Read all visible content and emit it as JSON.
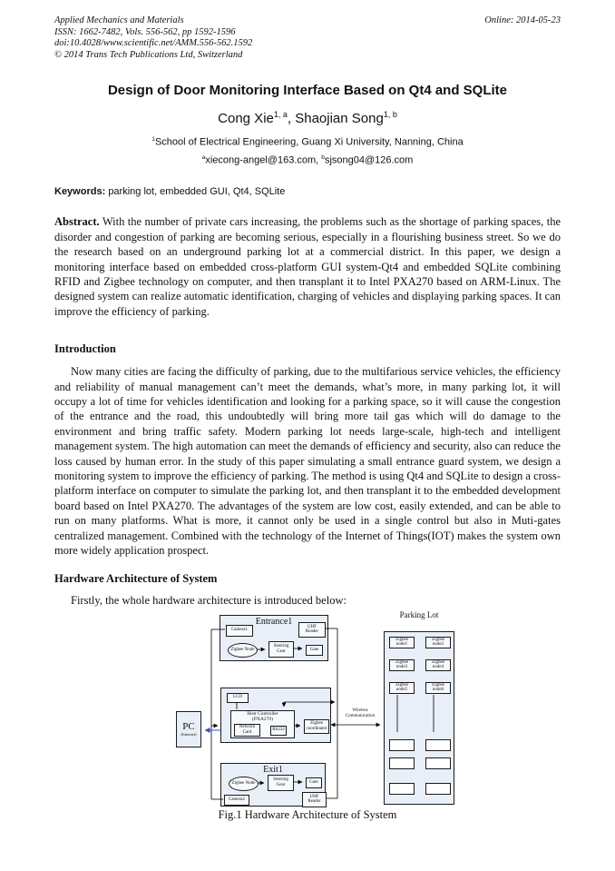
{
  "header": {
    "journal": "Applied Mechanics and Materials",
    "issn_line": "ISSN: 1662-7482, Vols. 556-562, pp 1592-1596",
    "doi_line": "doi:10.4028/www.scientific.net/AMM.556-562.1592",
    "copyright_line": "© 2014 Trans Tech Publications Ltd, Switzerland",
    "online_date": "Online: 2014-05-23"
  },
  "title": "Design of Door Monitoring Interface Based on Qt4 and SQLite",
  "authors": {
    "author1_name": "Cong Xie",
    "author1_sup": "1, a",
    "separator": ", ",
    "author2_name": "Shaojian Song",
    "author2_sup": "1, b"
  },
  "affiliation": {
    "sup": "1",
    "text": "School of Electrical Engineering, Guang Xi University, Nanning, China"
  },
  "emails": {
    "sup_a": "a",
    "email_a": "xiecong-angel@163.com,",
    "sup_b": "b",
    "email_b": "sjsong04@126.com"
  },
  "keywords": {
    "label": "Keywords:",
    "text": "parking lot, embedded GUI, Qt4, SQLite"
  },
  "abstract": {
    "label": "Abstract.",
    "text": "With the number of private cars increasing, the problems such as the shortage of parking spaces, the disorder and congestion of parking are becoming serious, especially in a flourishing business street. So we do the research based on an underground parking lot at a commercial district. In this paper, we design a monitoring interface based on embedded cross-platform GUI system-Qt4 and embedded SQLite combining RFID and Zigbee technology on computer, and then transplant it to Intel PXA270 based on ARM-Linux. The designed system can realize automatic identification, charging of vehicles and displaying parking spaces. It can improve the efficiency of parking."
  },
  "sections": {
    "introduction": {
      "heading": "Introduction",
      "paragraph": "Now many cities are facing the difficulty of parking, due to the multifarious service vehicles, the efficiency and reliability of manual management can’t meet the demands, what’s more, in many parking lot, it will occupy a lot of time for vehicles identification and looking for a parking space, so it will cause the congestion of the entrance and the road, this undoubtedly will bring more tail gas which will do damage to the environment and bring traffic safety. Modern parking lot needs large-scale, high-tech and intelligent management system. The high automation can meet the demands of efficiency and security, also can reduce the loss caused by human error. In the study of this paper simulating a small entrance guard system, we design a monitoring system to improve the efficiency of parking. The method is using Qt4 and SQLite to design a cross-platform interface on computer to simulate the parking lot, and then transplant it to the embedded development board based on Intel PXA270. The advantages of the system are low cost, easily extended, and can be able to run on many platforms. What is more, it cannot only be used in a single control but also in Muti-gates centralized management. Combined with the technology of the Internet of Things(IOT) makes the system own more widely application prospect."
    },
    "hardware": {
      "heading": "Hardware Architecture of System",
      "intro_line": "Firstly, the whole hardware architecture is introduced below:"
    }
  },
  "figure": {
    "caption": "Fig.1 Hardware Architecture of System",
    "colors": {
      "box_fill": "#e9eff8",
      "blue_arrow": "#3355cc",
      "line": "#000000"
    },
    "entrance": {
      "title": "Entrance1",
      "camera": "Camera1",
      "reader_line1": "UHF",
      "reader_line2": "Reader",
      "zigbee_node": "Zigbee Node",
      "steering_line1": "Steering",
      "steering_line2": "Gear",
      "gate": "Gate"
    },
    "controller": {
      "lcd": "LCD",
      "host_line1": "Host Controller",
      "host_line2": "(PXA270)",
      "network_line1": "Network",
      "network_line2": "Card",
      "rs232": "RS232",
      "coordinator_line1": "Zigbee",
      "coordinator_line2": "coordinator"
    },
    "pc": {
      "line1": "PC",
      "line2": "(Internet)"
    },
    "exit": {
      "title": "Exit1",
      "camera": "Camera2",
      "reader_line1": "UHF",
      "reader_line2": "Reader",
      "zigbee_node": "Zigbee Node",
      "steering_line1": "Steering",
      "steering_line2": "Gear",
      "gate": "Gate"
    },
    "wireless_line1": "Wireless",
    "wireless_line2": "Communication",
    "parking": {
      "title": "Parking Lot",
      "nodes": [
        "Zigbee node1",
        "Zigbee node2",
        "Zigbee node3",
        "Zigbee node4",
        "Zigbee node5",
        "Zigbee node6"
      ]
    }
  }
}
